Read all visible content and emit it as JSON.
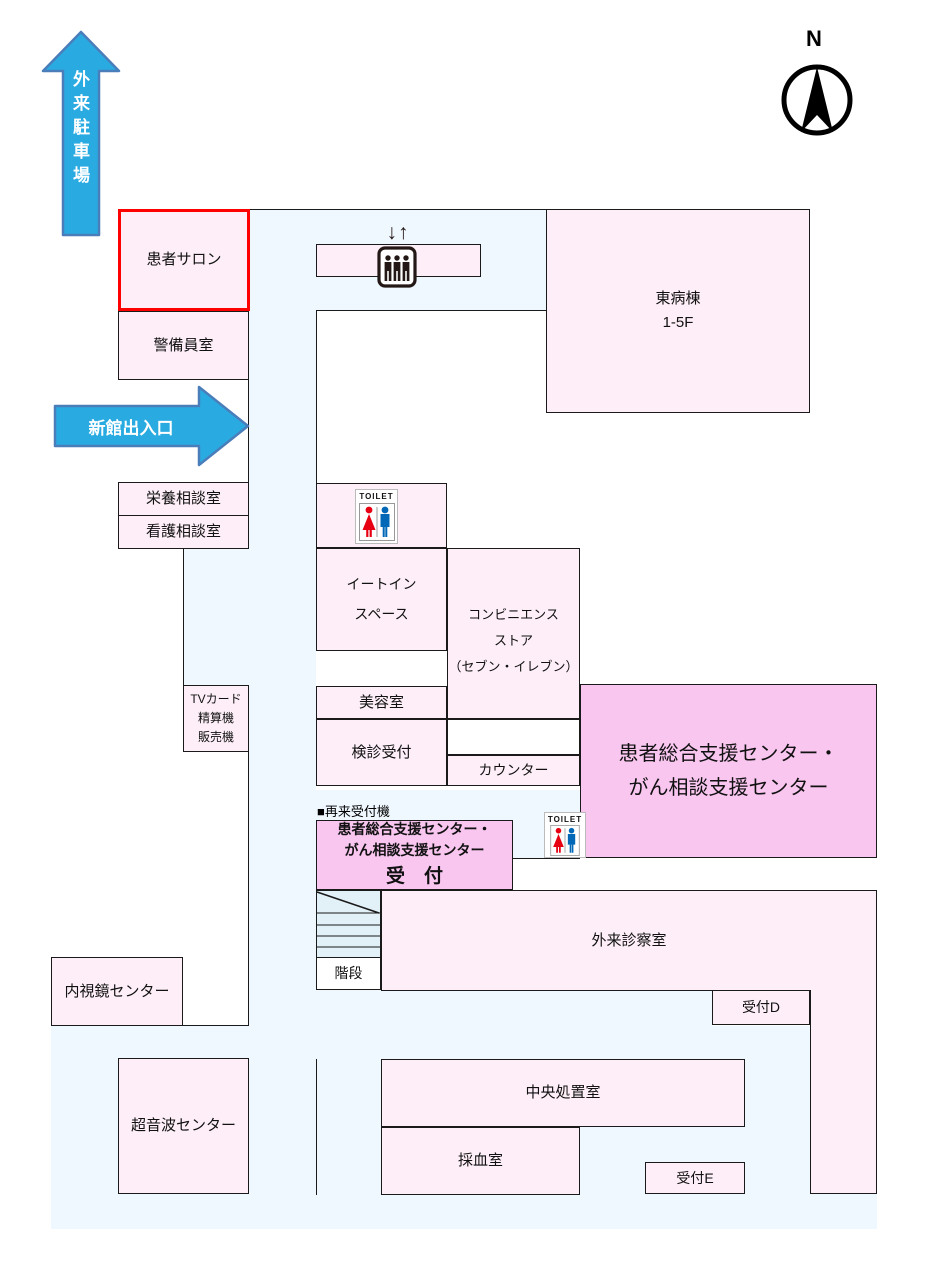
{
  "colors": {
    "floor": "#f0f8ff",
    "room_fill": "#fdeef7",
    "highlight_fill": "#f9c6f0",
    "arrow_fill": "#29abe2",
    "arrow_border": "#4a7ebb",
    "salon_border": "#ff0000",
    "stairs_fill": "#e2f0f8",
    "toilet_red": "#e60012",
    "toilet_blue": "#0068b7"
  },
  "compass": {
    "label": "N"
  },
  "arrows": {
    "parking_label": "外来駐車場",
    "entrance_label": "新館出入口"
  },
  "elevator": {
    "arrows_glyph": "↓↑"
  },
  "toilet": {
    "label": "TOILET"
  },
  "notes": {
    "sairai": "■再来受付機"
  },
  "rooms": {
    "patient_salon": "患者サロン",
    "guard_room": "警備員室",
    "nutrition": "栄養相談室",
    "nursing": "看護相談室",
    "east_ward_line1": "東病棟",
    "east_ward_line2": "1-5F",
    "eatin_line1": "イートイン",
    "eatin_line2": "スペース",
    "conbini_line1": "コンビニエンス",
    "conbini_line2": "ストア",
    "conbini_line3": "（セブン・イレブン）",
    "beauty": "美容室",
    "kenshin": "検診受付",
    "counter": "カウンター",
    "tvcard_line1": "TVカード",
    "tvcard_line2": "精算機",
    "tvcard_line3": "販売機",
    "support_line1": "患者総合支援センター・",
    "support_line2": "がん相談支援センター",
    "uketsuke_line1": "患者総合支援センター・",
    "uketsuke_line2": "がん相談支援センター",
    "uketsuke_line3": "受　付",
    "stairs": "階段",
    "gairai": "外来診察室",
    "uketsuke_d": "受付D",
    "endoscopy": "内視鏡センター",
    "ultrasound": "超音波センター",
    "central": "中央処置室",
    "blood": "採血室",
    "uketsuke_e": "受付E"
  }
}
